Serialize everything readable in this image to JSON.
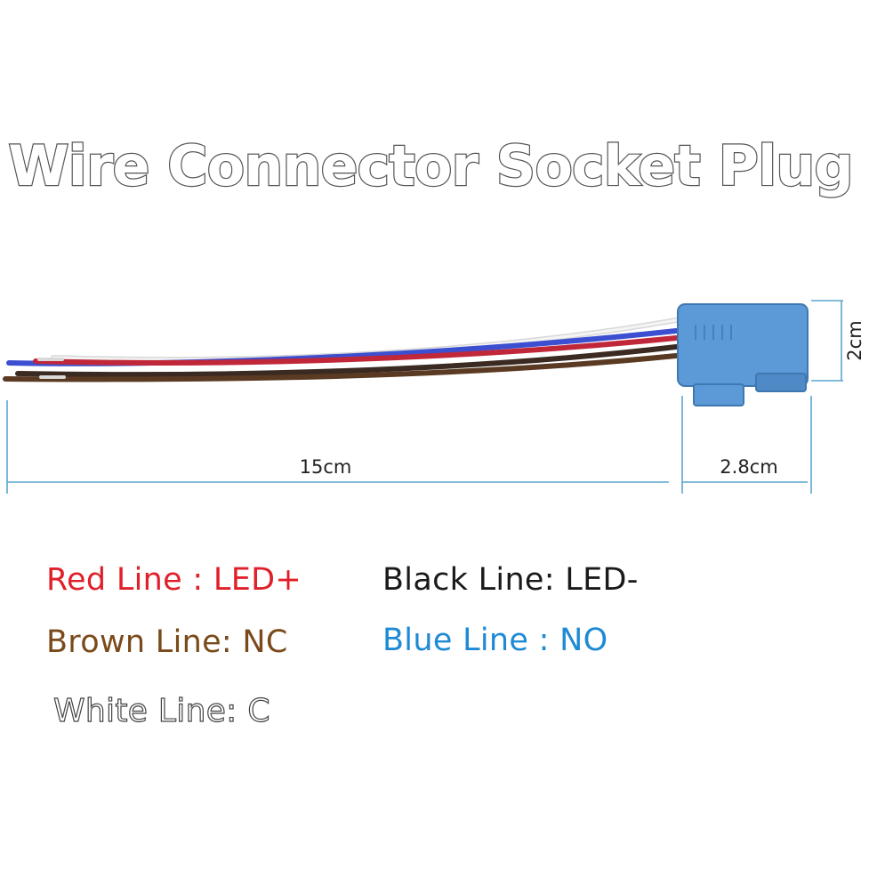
{
  "title": "Wire Connector Socket Plug",
  "dimensions": {
    "wire_length": "15cm",
    "plug_length": "2.8cm",
    "plug_height": "2cm"
  },
  "legend": {
    "red": "Red Line : LED+",
    "black": "Black Line: LED-",
    "brown": "Brown Line: NC",
    "blue": "Blue Line : NO",
    "white": "White Line: C"
  },
  "colors": {
    "red": "#e0202a",
    "black": "#1a1a1a",
    "brown": "#7a4a1a",
    "blue": "#1e8ad6",
    "plug": "#5b9ad6",
    "dimension_line": "#5aa6cf"
  }
}
